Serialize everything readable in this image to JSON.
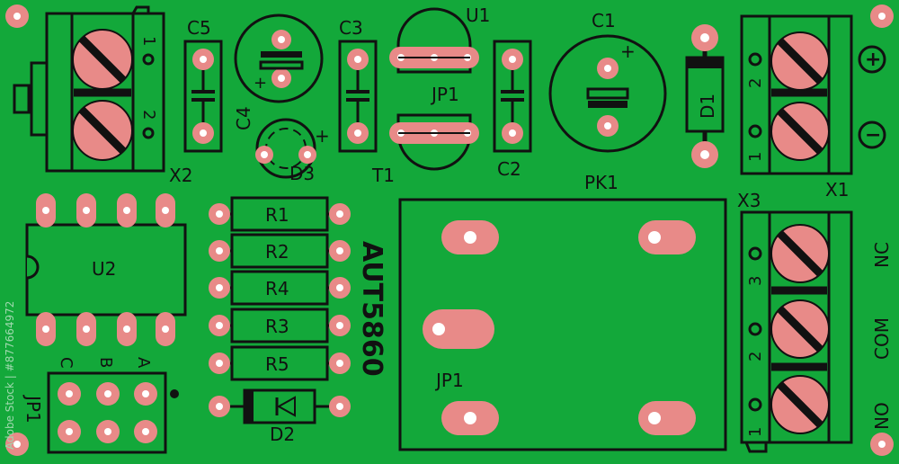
{
  "board": {
    "background": "#13a83a",
    "pad_color": "#e88a88",
    "silk_color": "#111111",
    "code": "AUT5860"
  },
  "components": {
    "C5": "C5",
    "C4": "C4",
    "C3": "C3",
    "C1": "C1",
    "C2": "C2",
    "U1": "U1",
    "U2": "U2",
    "JP1_top": "JP1",
    "JP1_bottom": "JP1",
    "D1": "D1",
    "D2": "D2",
    "D3": "D3",
    "T1": "T1",
    "PK1": "PK1",
    "X1": "X1",
    "X2": "X2",
    "X3": "X3",
    "R1": "R1",
    "R2": "R2",
    "R4": "R4",
    "R3": "R3",
    "R5": "R5",
    "JP1_header": "JP1"
  },
  "terminals": {
    "X2_pins": [
      "1",
      "2"
    ],
    "X1_pins": [
      "2",
      "1"
    ],
    "X3_pins": [
      "3",
      "2",
      "1"
    ],
    "X3_labels": [
      "NC",
      "COM",
      "NO"
    ],
    "X1_symbols": [
      "+",
      "−"
    ]
  },
  "header_labels": [
    "C",
    "B",
    "A"
  ],
  "watermark": "Adobe Stock | #877664972"
}
